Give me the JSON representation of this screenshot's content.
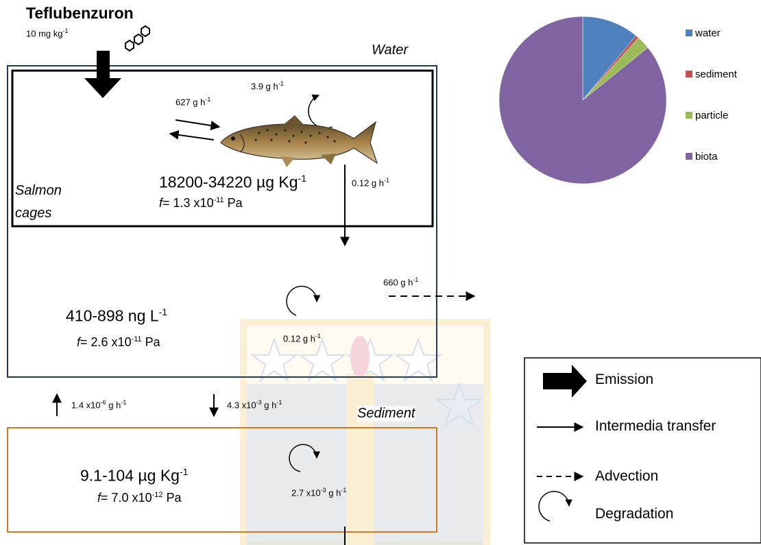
{
  "title": "Teflubenzuron",
  "emission_rate": {
    "value": "10 mg kg",
    "sup": "-1"
  },
  "compartments": {
    "water": "Water",
    "salmon_cages": [
      "Salmon",
      "cages"
    ],
    "sediment": "Sediment"
  },
  "fish": {
    "concentration": {
      "value": "18200-34220 µg Kg",
      "sup": "-1"
    },
    "fugacity": {
      "f": "f",
      "pre": "= 1.3 x10",
      "exp": "-11",
      "unit": " Pa"
    }
  },
  "water_phase": {
    "concentration": {
      "value": "410-898 ng L",
      "sup": "-1"
    },
    "fugacity": {
      "f": "f",
      "pre": "= 2.6 x10",
      "exp": "-11",
      "unit": " Pa"
    }
  },
  "sediment_phase": {
    "concentration": {
      "value": "9.1-104 µg Kg",
      "sup": "-1"
    },
    "fugacity": {
      "f": "f",
      "pre": "= 7.0 x10",
      "exp": "-12",
      "unit": " Pa"
    }
  },
  "fluxes": {
    "fish_degradation": {
      "value": "3.9 g h",
      "sup": "-1"
    },
    "fish_exchange": {
      "value": "627 g h",
      "sup": "-1"
    },
    "cage_to_water": {
      "value": "0.12 g h",
      "sup": "-1"
    },
    "advection": {
      "value": "660 g h",
      "sup": "-1"
    },
    "water_degradation": {
      "value": "0.12 g h",
      "sup": "-1"
    },
    "sediment_to_water": {
      "pre": "1.4 x10",
      "exp": "-6",
      "unit": " g h",
      "sup": "-1"
    },
    "water_to_sediment": {
      "pre": "4.3 x10",
      "exp": "-3",
      "unit": " g h",
      "sup": "-1"
    },
    "sediment_degradation": {
      "pre": "2.7 x10",
      "exp": "-3",
      "unit": " g h",
      "sup": "-1"
    }
  },
  "legend": {
    "emission": "Emission",
    "intermedia": "Intermedia transfer",
    "advection": "Advection",
    "degradation": "Degradation"
  },
  "pie": {
    "slices": [
      {
        "name": "water",
        "value": 11,
        "color": "#4f81bd"
      },
      {
        "name": "sediment",
        "value": 0.6,
        "color": "#c0504d"
      },
      {
        "name": "particle",
        "value": 2.6,
        "color": "#9bbb59"
      },
      {
        "name": "biota",
        "value": 85.8,
        "color": "#8064a2"
      }
    ]
  },
  "colors": {
    "water_box": "#1f3b5a",
    "sediment_box": "#c97a2a",
    "watermark_blue": "#4a6fa8",
    "watermark_yellow": "#e9b43a"
  }
}
